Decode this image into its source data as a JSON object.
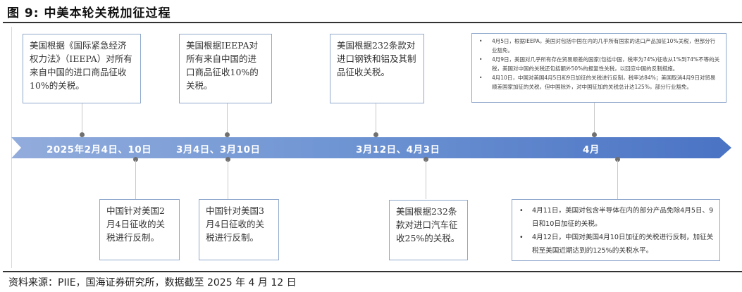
{
  "figure": {
    "title": "图 9:  中美本轮关税加征过程",
    "source": "资料来源：PIIE，国海证券研究所，数据截至 2025 年 4 月 12 日"
  },
  "colors": {
    "arrow_start": "#92acdc",
    "arrow_end": "#4a73c4",
    "box_border": "#8fa8cc",
    "connector": "#c9c9c9",
    "dot": "#707070"
  },
  "timeline": {
    "milestones": [
      {
        "label": "2025年2月4日、10日"
      },
      {
        "label": "3月4日、3月10日"
      },
      {
        "label": "3月12日、4月3日"
      },
      {
        "label": "4月"
      }
    ]
  },
  "events_top": [
    {
      "text": "美国根据《国际紧急经济权力法》（IEEPA）对所有来自中国的进口商品征收10%的关税。"
    },
    {
      "text": "美国根据IEEPA对所有来自中国的进口商品征收10%的关税。"
    },
    {
      "text": "美国根据232条款对进口钢铁和铝及其制品征收关税。"
    },
    {
      "bullets": [
        "4月5日，根据IEEPA，美国对包括中国在内的几乎所有国家的进口产品加征10%关税，但部分行业豁免。",
        "4月9日，美国对几乎所有存在贸易顺差的国家(包括中国，税率为74%)征收从1%到74%不等的关税，美国对中国的关税还包括额外50%的报复性关税，以回应中国的反制措施。",
        "4月10日，中国对美国4月5日和9日加征的关税进行反制，税率达84%；美国取消4月9日对贸易顺差国家加征的关税，但中国除外，对中国征加的关税总计达125%，部分行业豁免。"
      ]
    }
  ],
  "events_bottom": [
    {
      "text": "中国针对美国2月4日征收的关税进行反制。"
    },
    {
      "text": "中国针对美国3月4日征收的关税进行反制。"
    },
    {
      "text": "美国根据232条款对进口汽车征收25%的关税。"
    },
    {
      "bullets": [
        "4月11日，美国对包含半导体在内的部分产品免除4月5日、9日和10日加征的关税。",
        "4月12日，中国对美国4月10日加征的关税进行反制，加征关税至美国近期达到的125%的关税水平。"
      ]
    }
  ]
}
